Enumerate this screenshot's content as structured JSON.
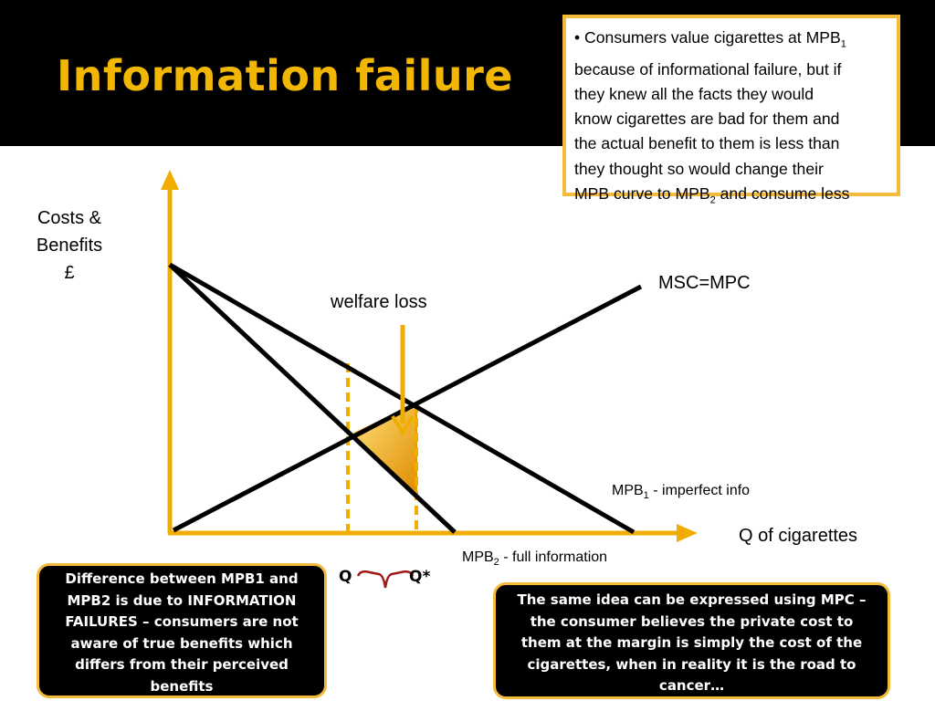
{
  "title": "Information failure",
  "colors": {
    "accent": "#f2b705",
    "axis": "#f0ad00",
    "box_border": "#f4bb3a",
    "background_banner": "#000000"
  },
  "info_box": {
    "line1_pre": "• Consumers value  cigarettes at MPB",
    "line1_sub": "1",
    "line2": "because of informational failure, but if",
    "line3": "they knew all the facts they would",
    "line4": "know cigarettes are bad for them and",
    "line5": "the actual benefit to them is less than",
    "line6": "they thought so would change their",
    "line7_pre": "MPB curve to MPB",
    "line7_sub": "2",
    "line7_post": " and consume less"
  },
  "diagram": {
    "y_axis_label_line1": "Costs &",
    "y_axis_label_line2": "Benefits",
    "y_axis_label_line3": "£",
    "x_axis_label": "Q of cigarettes",
    "supply_label": "MSC=MPC",
    "welfare_loss_label": "welfare loss",
    "mpb1_label_pre": "MPB",
    "mpb1_label_sub": "1",
    "mpb1_label_post": " - imperfect info",
    "mpb2_label_pre": "MPB",
    "mpb2_label_sub": "2",
    "mpb2_label_post": " - full information",
    "q_label": "Q",
    "q_star_label": "Q*"
  },
  "left_note": {
    "line1": "Difference between MPB1 and",
    "line2": "MPB2 is due to INFORMATION",
    "line3": "FAILURES – consumers are not",
    "line4": "aware of true benefits  which",
    "line5": "differs from their perceived",
    "line6": "benefits"
  },
  "right_note": {
    "line1": "The same idea can be expressed using MPC –",
    "line2": "the consumer believes the private cost to",
    "line3": "them at the margin is simply the cost of the",
    "line4": "cigarettes, when in reality it is the road to",
    "line5": "cancer…"
  }
}
